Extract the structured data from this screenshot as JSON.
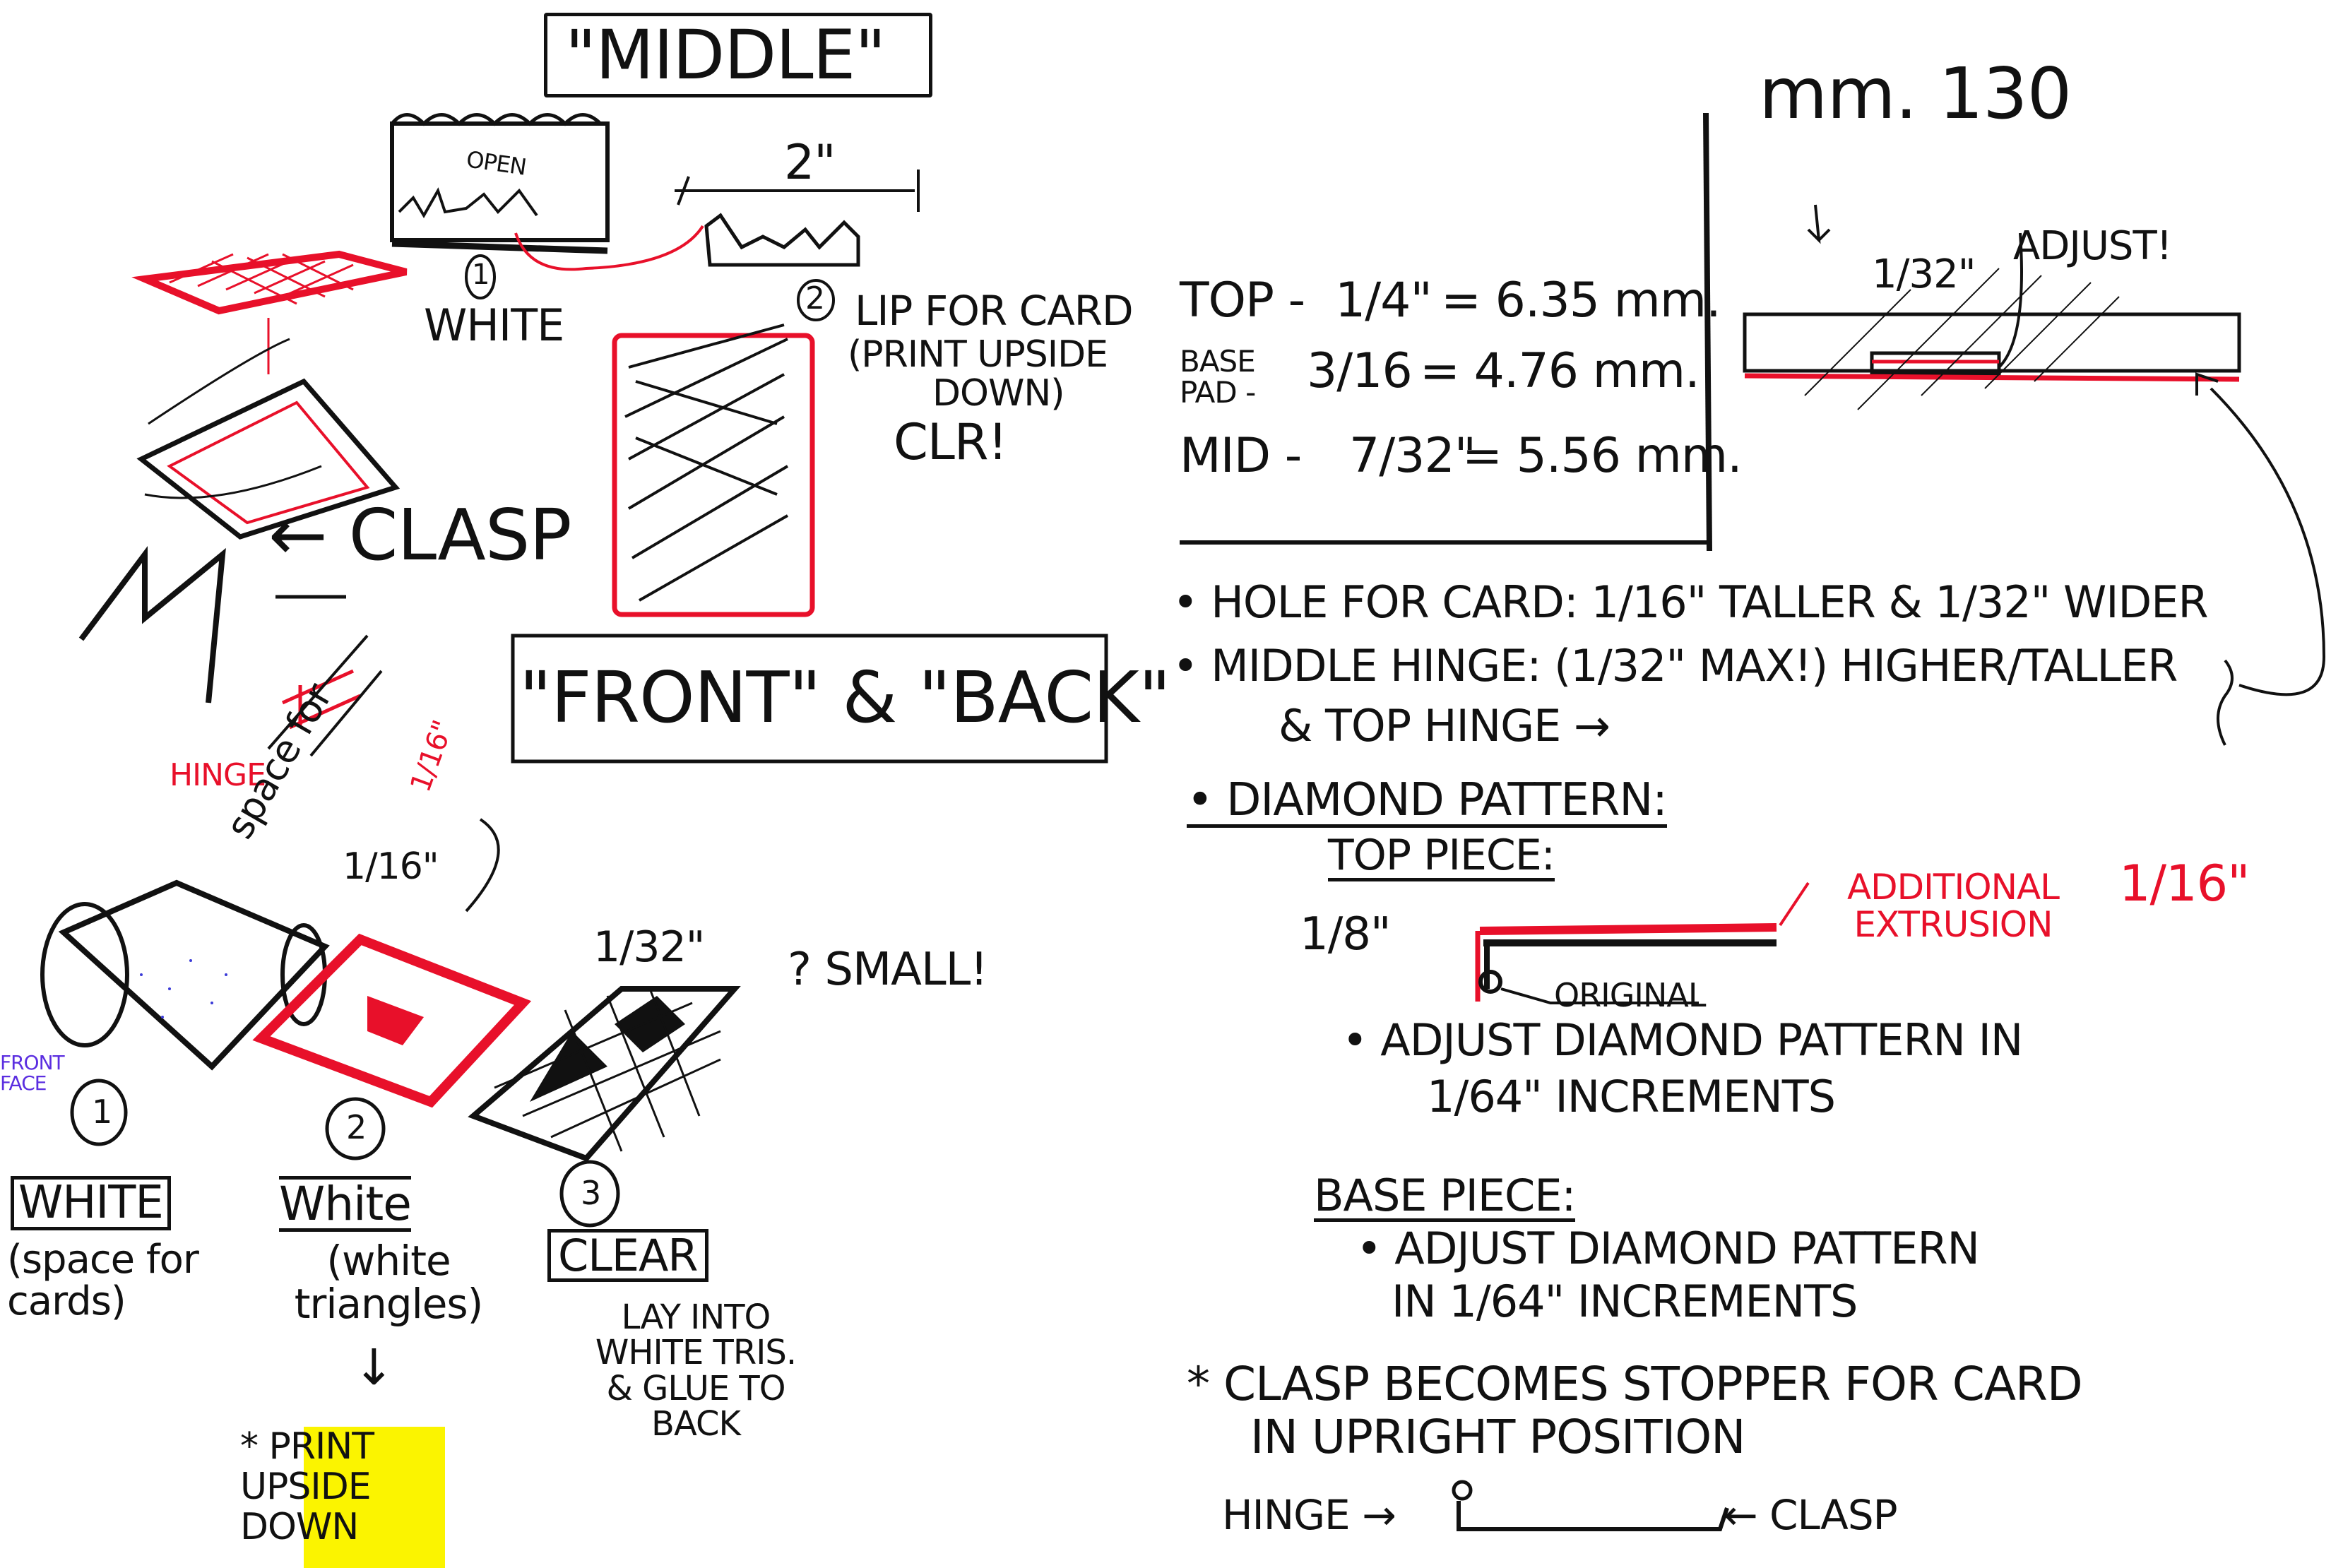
{
  "colors": {
    "ink": "#111111",
    "red": "#e8102a",
    "yellow_highlight": "#fbf400",
    "purple": "#5b2ee0"
  },
  "middle_section": {
    "title": "\"MIDDLE\"",
    "part1": {
      "number": "1",
      "label": "WHITE",
      "open_label": "OPEN"
    },
    "part2": {
      "number": "2",
      "dimension": "2\"",
      "note_line1": "LIP FOR CARD",
      "note_line2": "(PRINT UPSIDE",
      "note_line3": "DOWN)",
      "note_line4": "CLR!"
    },
    "clasp_label": "← CLASP"
  },
  "front_back_section": {
    "title": "\"FRONT\" & \"BACK\"",
    "hinge_label": "HINGE",
    "hinge_dim": "1/16\"",
    "space_note_line1": "space for",
    "space_note_line2": "1/16\"",
    "gap_dim": "1/32\"",
    "small_note": "? SMALL!",
    "front_face": "FRONT FACE",
    "parts": [
      {
        "number": "1",
        "label": "WHITE",
        "note": "(space for cards)"
      },
      {
        "number": "2",
        "label": "White",
        "note": "(white triangles)",
        "arrow": "↓",
        "callout": "* PRINT UPSIDE DOWN"
      },
      {
        "number": "3",
        "label": "CLEAR",
        "note": "LAY INTO WHITE TRIS. & GLUE TO BACK"
      }
    ]
  },
  "measurements": {
    "header": "mm. 130",
    "rows": [
      {
        "part": "TOP -",
        "imperial": "1/4\"",
        "metric": "= 6.35 mm."
      },
      {
        "part": "BASE PAD -",
        "imperial": "3/16",
        "metric": "= 4.76 mm."
      },
      {
        "part": "MID -",
        "imperial": "7/32\"",
        "metric": "= 5.56 mm."
      }
    ]
  },
  "section_diagram": {
    "dim": "1/32\"",
    "note": "ADJUST!"
  },
  "notes": {
    "hole_for_card": "• HOLE FOR CARD: 1/16\" TALLER & 1/32\" WIDER",
    "middle_hinge_line1": "• MIDDLE HINGE: (1/32\" MAX!) HIGHER/TALLER",
    "middle_hinge_line2": "& TOP HINGE →",
    "diamond_heading": "• DIAMOND PATTERN:",
    "top_piece": "TOP PIECE:",
    "top_dim": "1/8\"",
    "additional_extrusion": "ADDITIONAL EXTRUSION",
    "extrusion_dim": "1/16\"",
    "original": "ORIGINAL",
    "adjust_top_line1": "• ADJUST DIAMOND PATTERN IN",
    "adjust_top_line2": "1/64\" INCREMENTS",
    "base_piece": "BASE PIECE:",
    "adjust_base_line1": "• ADJUST DIAMOND PATTERN",
    "adjust_base_line2": "IN 1/64\" INCREMENTS",
    "clasp_stopper_line1": "* CLASP BECOMES STOPPER FOR CARD",
    "clasp_stopper_line2": "IN UPRIGHT POSITION",
    "hinge_label": "HINGE →",
    "clasp_label": "← CLASP"
  }
}
